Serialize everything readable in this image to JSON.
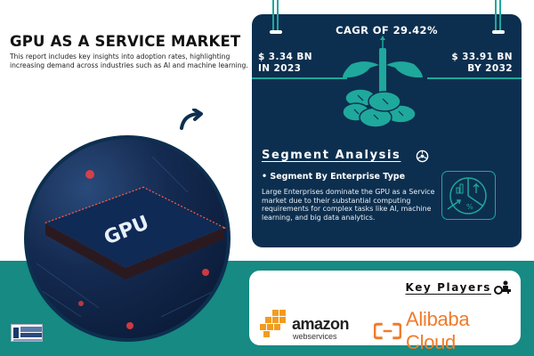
{
  "header": {
    "title": "GPU AS A SERVICE MARKET",
    "subtitle": "This report includes key insights into adoption rates, highlighting increasing demand across industries such as AI and machine learning."
  },
  "image": {
    "chip_label": "GPU"
  },
  "market_panel": {
    "cagr": "CAGR OF 29.42%",
    "start_value": "$ 3.34 BN",
    "start_year": "IN 2023",
    "end_value": "$ 33.91 BN",
    "end_year": "BY 2032"
  },
  "segment": {
    "title": "Segment Analysis",
    "subtitle": "• Segment By Enterprise Type",
    "description": "Large Enterprises dominate the GPU as a Service market due to their substantial computing requirements for complex tasks like AI, machine learning, and big data analytics."
  },
  "key_players": {
    "title": "Key Players",
    "players": [
      {
        "name": "amazon",
        "sub": "webservices"
      },
      {
        "name": "Alibaba Cloud"
      }
    ]
  },
  "colors": {
    "navy": "#0d2f4f",
    "teal": "#168a83",
    "accent_teal": "#1fa89c",
    "aws_orange": "#f29c1f",
    "alibaba_orange": "#f07b2b"
  }
}
